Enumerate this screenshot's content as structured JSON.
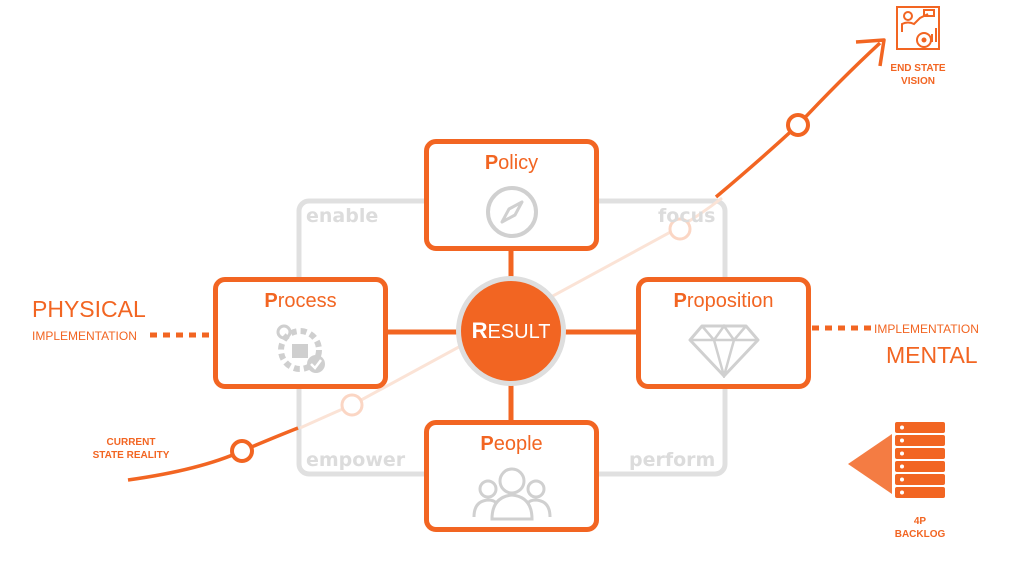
{
  "policy": {
    "initial": "P",
    "rest": "olicy"
  },
  "process": {
    "initial": "P",
    "rest": "rocess"
  },
  "proposition": {
    "initial": "P",
    "rest": "roposition"
  },
  "people": {
    "initial": "P",
    "rest": "eople"
  },
  "result": {
    "initial": "R",
    "rest": "ESULT"
  },
  "corners": {
    "enable": "enable",
    "focus": "focus",
    "empower": "empower",
    "perform": "perform"
  },
  "left_side": {
    "physical": "PHYSICAL",
    "implementation": "IMPLEMENTATION"
  },
  "right_side": {
    "mental": "MENTAL",
    "implementation": "IMPLEMENTATION"
  },
  "current_state": {
    "line1": "CURRENT",
    "line2": "STATE REALITY"
  },
  "end_state": {
    "line1": "END STATE",
    "line2": "VISION"
  },
  "backlog": {
    "line1": "4P",
    "line2": "BACKLOG"
  },
  "colors": {
    "accent": "#f26522",
    "muted": "#dcdcdc"
  },
  "icons": [
    "compass-icon",
    "gear-process-icon",
    "diamond-icon",
    "people-icon",
    "vision-icon",
    "backlog-icon"
  ]
}
